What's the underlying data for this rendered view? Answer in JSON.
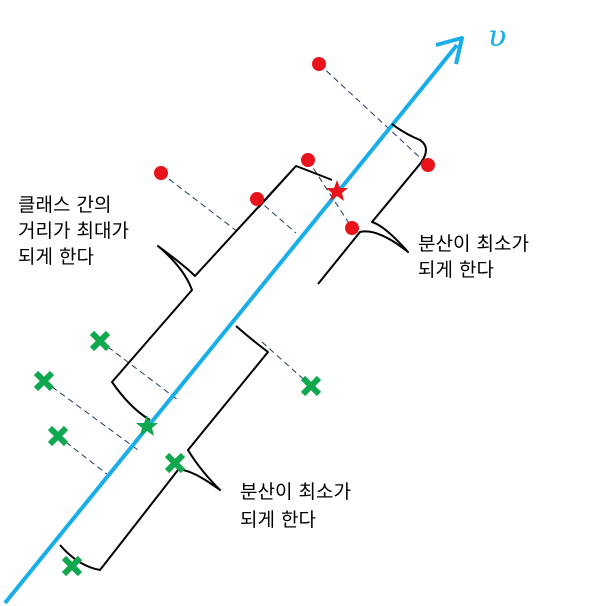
{
  "axis": {
    "label": "υ",
    "color": "#1aaee8"
  },
  "annotations": {
    "between_class": [
      "클래스 간의",
      "거리가 최대가",
      "되게 한다"
    ],
    "within_red": [
      "분산이 최소가",
      "되게 한다"
    ],
    "within_green": [
      "분산이 최소가",
      "되게 한다"
    ]
  },
  "colors": {
    "red_class": "#e8131b",
    "green_class": "#10a84f",
    "projection_line": "#1f3864",
    "brace": "#000000"
  },
  "classes": {
    "red": {
      "marker": "circle",
      "mean_marker": "star"
    },
    "green": {
      "marker": "cross",
      "mean_marker": "star"
    }
  }
}
